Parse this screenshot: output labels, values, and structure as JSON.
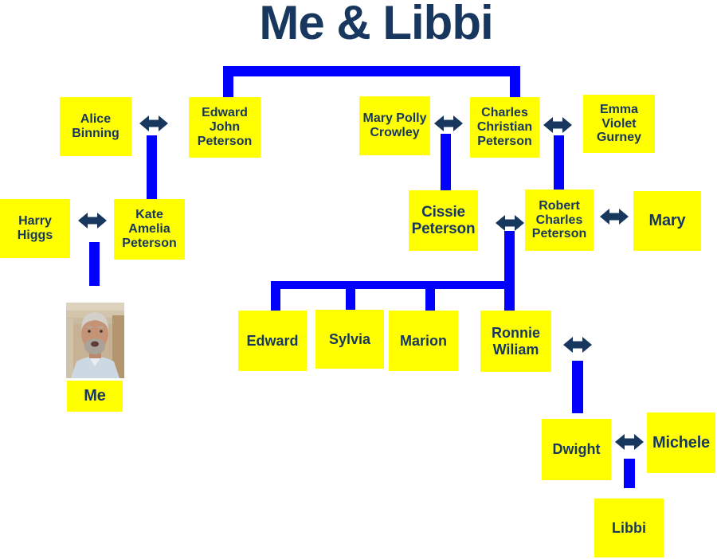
{
  "title": "Me & Libbi",
  "colors": {
    "box_fill": "#FFFF00",
    "text_navy": "#17375E",
    "connector_blue": "#0000FF",
    "marriage_arrow_navy": "#17375E",
    "background": "#FFFFFF"
  },
  "nodes": {
    "alice_binning": "Alice\nBinning",
    "edward_john_peterson": "Edward\nJohn\nPeterson",
    "mary_polly_crowley": "Mary Polly\nCrowley",
    "charles_christian_peterson": "Charles\nChristian\nPeterson",
    "emma_violet_gurney": "Emma\nViolet\nGurney",
    "harry_higgs": "Harry\nHiggs",
    "kate_amelia_peterson": "Kate\nAmelia\nPeterson",
    "cissie_peterson": "Cissie\nPeterson",
    "robert_charles_peterson": "Robert\nCharles\nPeterson",
    "mary": "Mary",
    "edward": "Edward",
    "sylvia": "Sylvia",
    "marion": "Marion",
    "ronnie_wiliam": "Ronnie\nWiliam",
    "dwight": "Dwight",
    "michele": "Michele",
    "libbi": "Libbi",
    "me": "Me"
  },
  "icons": {
    "marriage_arrow": "left-right-double-arrow",
    "me_photo": "portrait-photo-of-elderly-man"
  }
}
